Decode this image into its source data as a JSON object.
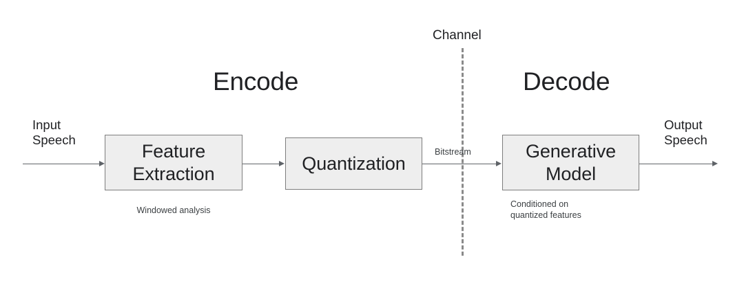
{
  "diagram": {
    "title": "Speech coding pipeline block diagram",
    "background_color": "#ffffff",
    "sections": {
      "encode_label": "Encode",
      "decode_label": "Decode",
      "channel_label": "Channel"
    },
    "terminals": {
      "input_label": "Input\nSpeech",
      "output_label": "Output\nSpeech"
    },
    "edges": {
      "bitstream_label": "Bitstream"
    },
    "blocks": [
      {
        "id": "feature-extraction",
        "label": "Feature\nExtraction",
        "caption": "Windowed analysis",
        "fill_color": "#eeeeee",
        "border_color": "#7d7d7d"
      },
      {
        "id": "quantization",
        "label": "Quantization",
        "caption": "",
        "fill_color": "#eeeeee",
        "border_color": "#7d7d7d"
      },
      {
        "id": "generative-model",
        "label": "Generative\nModel",
        "caption": "Conditioned on\nquantized features",
        "fill_color": "#eeeeee",
        "border_color": "#7d7d7d"
      }
    ],
    "colors": {
      "text": "#202124",
      "caption_text": "#3c4043",
      "line": "#5f6368",
      "dashed_line": "#8a8a8a"
    }
  }
}
